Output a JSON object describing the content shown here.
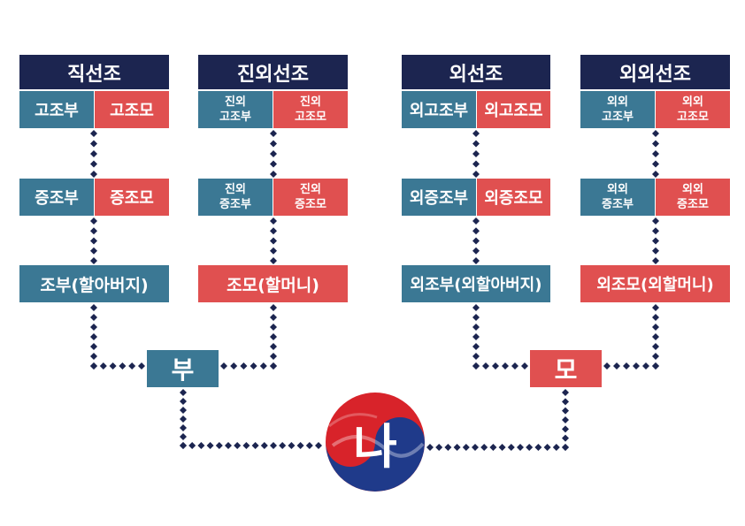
{
  "colors": {
    "header": "#1c2550",
    "paternal": "#3b7894",
    "maternal": "#e05050",
    "connector": "#1c2550"
  },
  "groups": {
    "direct": {
      "title": "직선조",
      "great_great_grandfather": "고조부",
      "great_great_grandmother": "고조모",
      "great_grandfather": "증조부",
      "great_grandmother": "증조모",
      "grandfather": "조부(할아버지)"
    },
    "paternal_maternal": {
      "title": "진외선조",
      "great_great_grandfather": "진외\n고조부",
      "great_great_grandmother": "진외\n고조모",
      "great_grandfather": "진외\n증조부",
      "great_grandmother": "진외\n증조모",
      "grandmother": "조모(할머니)"
    },
    "maternal": {
      "title": "외선조",
      "great_great_grandfather": "외고조부",
      "great_great_grandmother": "외고조모",
      "great_grandfather": "외증조부",
      "great_grandmother": "외증조모",
      "grandfather": "외조부(외할아버지)"
    },
    "maternal_maternal": {
      "title": "외외선조",
      "great_great_grandfather": "외외\n고조부",
      "great_great_grandmother": "외외\n고조모",
      "great_grandfather": "외외\n증조부",
      "great_grandmother": "외외\n증조모",
      "grandmother": "외조모(외할머니)"
    }
  },
  "father": "부",
  "mother": "모",
  "self": "나",
  "self_icon": "taegeuk-icon"
}
